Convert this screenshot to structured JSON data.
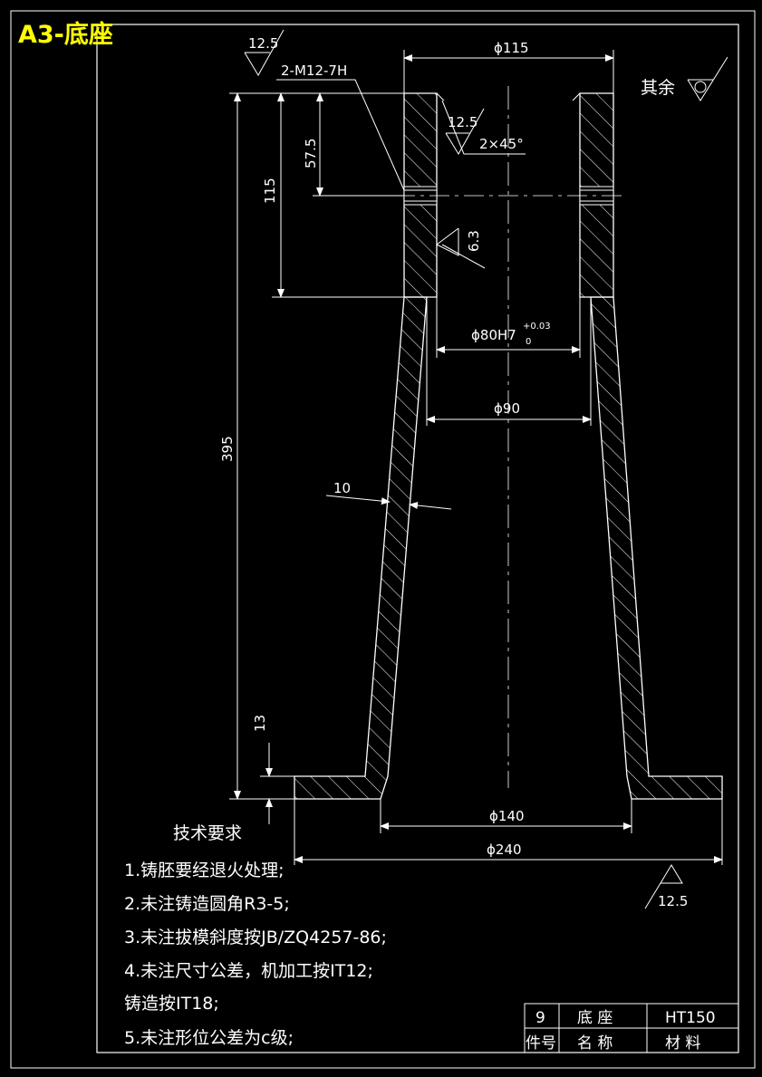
{
  "sheet_tag": "A3-底座",
  "roughness": {
    "top_left": "12.5",
    "chamfer": "12.5",
    "bore": "6.3",
    "base": "12.5",
    "remaining_label": "其余"
  },
  "callouts": {
    "thread": "2-M12-7H",
    "chamfer": "2×45°"
  },
  "dimensions": {
    "top_dia": "ϕ115",
    "height_57": "57.5",
    "height_115": "115",
    "height_395": "395",
    "bore_dia": "ϕ80H7",
    "bore_tol_upper": "+0.03",
    "bore_tol_lower": "0",
    "inner_dia": "ϕ90",
    "wall": "10",
    "base_thk": "13",
    "bottom_inner_dia": "ϕ140",
    "base_dia": "ϕ240"
  },
  "notes": {
    "heading": "技术要求",
    "items": [
      "1.铸胚要经退火处理;",
      "2.未注铸造圆角R3-5;",
      "3.未注拔模斜度按JB/ZQ4257-86;",
      "4.未注尺寸公差，机加工按IT12;",
      "铸造按IT18;",
      "5.未注形位公差为c级;"
    ]
  },
  "title_block": {
    "row1": [
      "9",
      "底 座",
      "HT150"
    ],
    "row2": [
      "件号",
      "名 称",
      "材 料"
    ]
  }
}
